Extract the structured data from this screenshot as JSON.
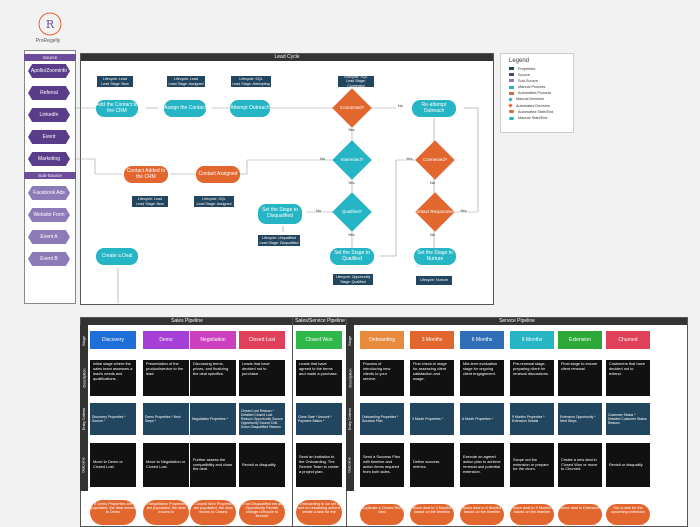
{
  "brand": {
    "name": "ProRegelly"
  },
  "left_panel": {
    "source_header": "Source",
    "sources": [
      "Apollo/Zoominfo",
      "Referral",
      "LinkedIn",
      "Event",
      "Marketing"
    ],
    "subsource_header": "Sub-Source",
    "subsources": [
      "Facebook Ads",
      "Website Form",
      "Event A",
      "Event B"
    ]
  },
  "lead_cycle": {
    "title": "Lead Cycle",
    "props": {
      "p1": "Lifecycle: Lead\nLead Stage: New",
      "p2": "Lifecycle: Lead\nLead Stage: Assigned",
      "p3": "Lifecycle: SQL\nLead Stage: Attempting",
      "p4": "Lifecycle: SQL\nLead Stage: Connected",
      "p5": "Lifecycle: Lead\nLead Stage: New",
      "p6": "Lifecycle: SQL\nLead Stage: Assigned",
      "p7": "Lifecycle: Unqualified\nLead Stage: Disqualified",
      "p8": "Lifecycle: Opportunity\nStage: Qualified",
      "p9": "Lifecycle: Nurture"
    },
    "steps": {
      "add_contact": "Add the Contact to the CRM",
      "assign": "Assign the Contact",
      "attempt": "Attempt Outreach",
      "reattempt": "Re-attempt Outreach",
      "added_crm": "Contact Added to the CRM",
      "contact_assigned": "Contact Assigned",
      "disqualified": "Set the Stage to Disqualified",
      "qualified_set": "Set the Stage to Qualified",
      "nurture": "Set the Stage to Nurture",
      "create_deal": "Create a Deal"
    },
    "decisions": {
      "connected1": "Connected?",
      "interested": "Interested?",
      "connected2": "Connected?",
      "qualified": "Qualified?",
      "responsive": "Contact Responsive?"
    },
    "labels": {
      "yes": "Yes",
      "no": "No"
    }
  },
  "legend": {
    "title": "Legend",
    "items": [
      {
        "label": "Properties",
        "color": "#22465f"
      },
      {
        "label": "Source",
        "color": "#5a3d8a"
      },
      {
        "label": "Sub-Source",
        "color": "#8d7bb8"
      },
      {
        "label": "Manual Process",
        "color": "#26b5c5"
      },
      {
        "label": "Automated Process",
        "color": "#e2672f"
      },
      {
        "label": "Manual Decision",
        "color": "#26b5c5"
      },
      {
        "label": "Automated Decision",
        "color": "#e2672f"
      },
      {
        "label": "Automated Start/End",
        "color": "#e2672f"
      },
      {
        "label": "Manual Start/End",
        "color": "#26b5c5"
      }
    ]
  },
  "pipelines": {
    "sales_title": "Sales Pipeline",
    "ss_title": "Sales/Service Pipeline",
    "service_title": "Service Pipeline",
    "row_labels": [
      "Stage",
      "Description",
      "Entry Criteria",
      "Outcome"
    ],
    "sales": [
      {
        "stage": "Discovery",
        "color": "#1f6fd9",
        "desc": "Initial stage where the sales team assesses a lead's needs and qualifications.",
        "entry": "Discovery Properties * Source *",
        "outcome": "Move to Demo or Closed Lost.",
        "blob": "If Demo Properties are populated, the deal moves to Demo"
      },
      {
        "stage": "Demo",
        "color": "#a53fd6",
        "desc": "Presentation of the product/service to the lead.",
        "entry": "Demo Properties * Next Steps *",
        "outcome": "Move to Negotiation or Closed Lost.",
        "blob": "If Negotiation Properties are populated, the deal moves to"
      },
      {
        "stage": "Negotiation",
        "color": "#cc3fbf",
        "desc": "Discussing terms, prices, and finalizing the deal specifics.",
        "entry": "Negotiation Properties *",
        "outcome": "Further assess the compatibility and close the deal.",
        "blob": "If Closed Won Properties are populated, the deal moves to Closed"
      },
      {
        "stage": "Closed Lost",
        "color": "#e0405a",
        "desc": "Leads that have decided not to purchase.",
        "entry": "Closed Lost Reason * Detailed Closed Lost Reason Opportunity Source Opportunity Source Drill-Down Disqualified Reason",
        "outcome": "Revisit or disqualify.",
        "blob": "If not Disqualified set an Opportunity Revisit, change Lifecycle to Nurture"
      }
    ],
    "sales_service": {
      "stage": "Closed Won",
      "color": "#2fb84a",
      "desc": "Leads that have agreed to the terms and made a purchase.",
      "entry": "Close Date * Amount * Payment Status *",
      "outcome": "Send an invitation to the Onboarding. The Service Team to create a project plan.",
      "blob": "If Onboarding is not set up and no remaining actions create a task for the"
    },
    "service": [
      {
        "stage": "Onboarding",
        "color": "#e88a3c",
        "desc": "Process of introducing new clients to your service.",
        "entry": "Onboarding Properties * Success Plan",
        "outcome": "Send a Success Plan with timeline and action items required from both sides.",
        "blob": "Duplicate a Closed Won deal"
      },
      {
        "stage": "3 Months",
        "color": "#e2672f",
        "desc": "First check-in stage for assessing client satisfaction and usage.",
        "entry": "3 Month Properties *",
        "outcome": "Define success metrics.",
        "blob": "Move deal to 3 Months based on the timeline"
      },
      {
        "stage": "6 Months",
        "color": "#2f6fb8",
        "desc": "Mid-term evaluation stage for ongoing client engagement.",
        "entry": "6 Month Properties *",
        "outcome": "Execute on agreed action plan to achieve renewal and potential extension.",
        "blob": "Move deal to 6 Months based on the timeline"
      },
      {
        "stage": "9 Months",
        "color": "#26b5c5",
        "desc": "Pre-renewal stage, preparing client for renewal discussions.",
        "entry": "9 Months Properties * Extension Details",
        "outcome": "Scope out the extension or prepare for the churn.",
        "blob": "Move deal to 9 Months based on the timeline"
      },
      {
        "stage": "Extension",
        "color": "#2fa83a",
        "desc": "Final stage to ensure client renewal.",
        "entry": "Extension Opportunity * Next Steps",
        "outcome": "Create a new deal in Closed Won or move to Churned.",
        "blob": "Move deal to Extension"
      },
      {
        "stage": "Churned",
        "color": "#e0405a",
        "desc": "Customers that have decided not to extend.",
        "entry": "Customer Status * Detailed Customer Status Reason",
        "outcome": "Revisit or disqualify.",
        "blob": "Get a date for the upcoming extension"
      }
    ]
  }
}
